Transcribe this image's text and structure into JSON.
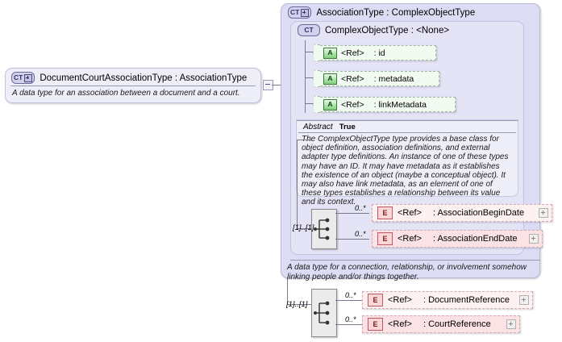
{
  "diagram": {
    "kind": "xsd-schema-diagram",
    "colors": {
      "complex_type_fill": "#dcdcf4",
      "complex_type_inner_fill": "#e4e4f6",
      "attribute_fill": "#f2fbf2",
      "attribute_badge": "#7fcf7a",
      "element_fill": "#fdf1f2",
      "element_badge": "#f9d6d8",
      "sequence_fill": "#ebebeb",
      "connector": "#7a7a8c"
    }
  },
  "root_node": {
    "badge": "CT",
    "badge_icon": "complex-type-expand-icon",
    "title": "DocumentCourtAssociationType : AssociationType",
    "documentation": "A data type for an association between a document and a court.",
    "collapse_icon": "collapse-minus-icon"
  },
  "association_type": {
    "badge": "CT",
    "badge_icon": "complex-type-expand-icon",
    "title": "AssociationType : ComplexObjectType",
    "documentation": "A data type for a connection, relationship, or involvement somehow linking people and/or things together."
  },
  "complex_object_type": {
    "badge": "CT",
    "badge_icon": "complex-type-icon",
    "title": "ComplexObjectType : <None>",
    "abstract_label": "Abstract",
    "abstract_value": "True",
    "documentation": "The ComplexObjectType type provides a base class for object definition, association definitions, and external adapter type definitions. An instance of one of these types may have an ID. It may have metadata as it establishes the existence of an object (maybe a conceptual object). It may also have link metadata, as an element of one of these types establishes a relationship between its value and its context.",
    "attributes": [
      {
        "badge": "A",
        "ref": "<Ref>",
        "name": ": id"
      },
      {
        "badge": "A",
        "ref": "<Ref>",
        "name": ": metadata"
      },
      {
        "badge": "A",
        "ref": "<Ref>",
        "name": ": linkMetadata"
      }
    ],
    "sequence": {
      "icon": "sequence-icon",
      "cardinality": "[1]..[1]",
      "elements": [
        {
          "badge": "E",
          "ref": "<Ref>",
          "name": ": AssociationBeginDate",
          "occurs": "0..*",
          "expand": "expand-plus-icon"
        },
        {
          "badge": "E",
          "ref": "<Ref>",
          "name": ": AssociationEndDate",
          "occurs": "0..*",
          "expand": "expand-plus-icon"
        }
      ]
    }
  },
  "outer_sequence": {
    "icon": "sequence-icon",
    "cardinality": "[1]..[1]",
    "elements": [
      {
        "badge": "E",
        "ref": "<Ref>",
        "name": ": DocumentReference",
        "occurs": "0..*",
        "expand": "expand-plus-icon"
      },
      {
        "badge": "E",
        "ref": "<Ref>",
        "name": ": CourtReference",
        "occurs": "0..*",
        "expand": "expand-plus-icon"
      }
    ]
  }
}
